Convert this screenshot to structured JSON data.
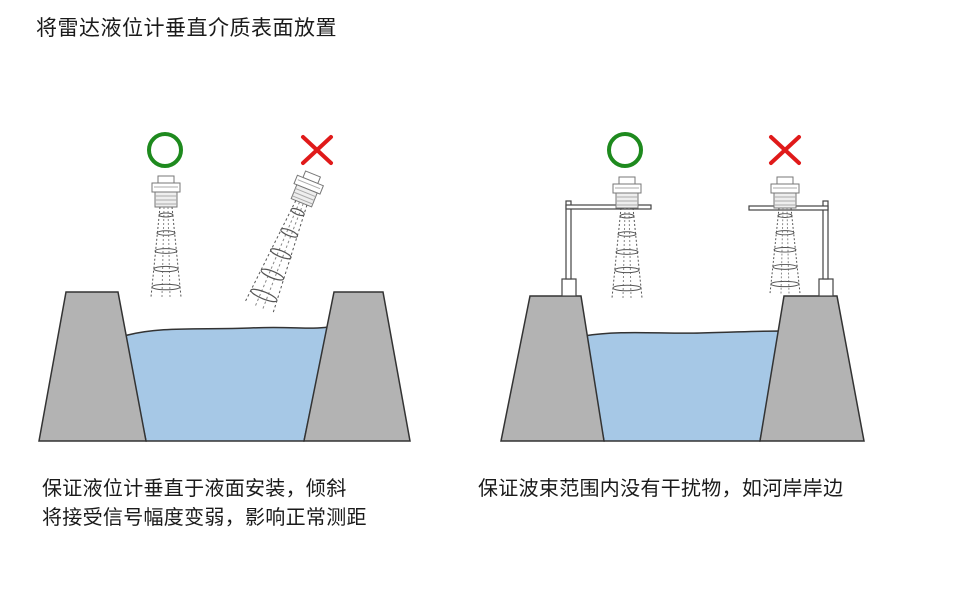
{
  "title": "将雷达液位计垂直介质表面放置",
  "left_panel": {
    "caption_lines": [
      "保证液位计垂直于液面安装，倾斜",
      "将接受信号幅度变弱，影响正常测距"
    ]
  },
  "right_panel": {
    "caption_lines": [
      "保证波束范围内没有干扰物，如河岸岸边"
    ]
  },
  "colors": {
    "ok": "#1e8a1e",
    "bad": "#e01a1a",
    "water": "#a6c8e6",
    "bank": "#b3b3b3",
    "outline": "#333333"
  },
  "icons": {
    "ok": "circle-check-icon",
    "bad": "cross-icon"
  }
}
